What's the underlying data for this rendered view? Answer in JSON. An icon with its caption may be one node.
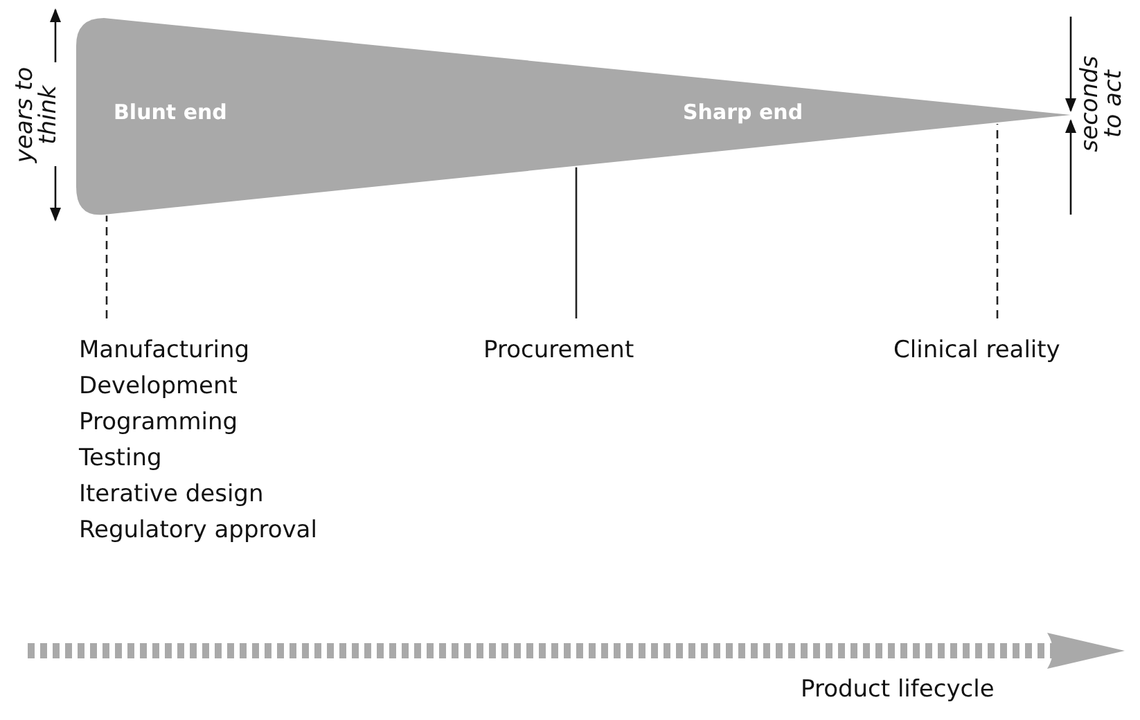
{
  "diagram": {
    "nodes": [
      {
        "text": [
          "Blunt end",
          "Sharp end"
        ]
      },
      {
        "text": [
          "Manufacturing",
          "Development",
          "Programming",
          "Testing",
          "Iterative design",
          "Regulatory approval"
        ]
      },
      {
        "text": [
          "Procurement"
        ]
      },
      {
        "text": [
          "Clinical reality"
        ]
      }
    ],
    "edges": [
      {
        "from": 1,
        "to": 0,
        "arrow": "none",
        "style": "dashed"
      },
      {
        "from": 2,
        "to": 0,
        "arrow": "none"
      },
      {
        "from": 3,
        "to": 0,
        "arrow": "none",
        "style": "dashed"
      }
    ],
    "labels": [
      "years to think",
      "seconds to act",
      "Product lifecycle"
    ]
  }
}
